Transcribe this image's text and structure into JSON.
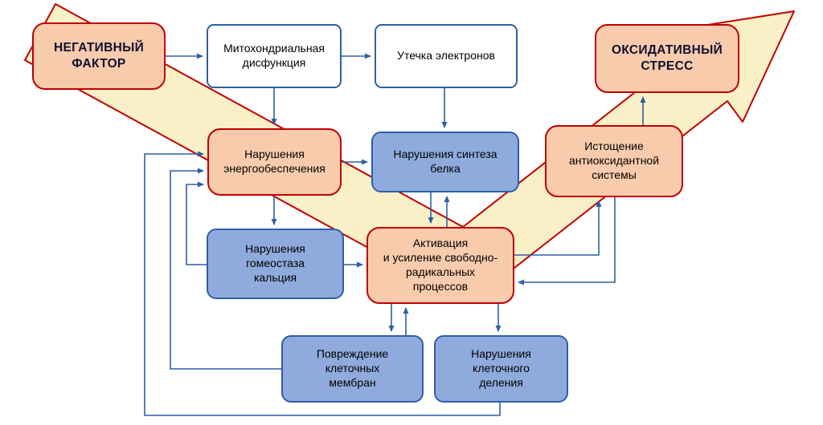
{
  "diagram": {
    "nodes": {
      "negative_factor": "НЕГАТИВНЫЙ\nФАКТОР",
      "mitochondrial_dysfunction": "Митохондриальная\nдисфункция",
      "electron_leakage": "Утечка электронов",
      "oxidative_stress": "ОКСИДАТИВНЫЙ\nСТРЕСС",
      "energy_supply_disruption": "Нарушения\nэнергообеспечения",
      "protein_synthesis_disruption": "Нарушения синтеза\nбелка",
      "antioxidant_depletion": "Истощение\nантиоксидантной\nсистемы",
      "calcium_homeostasis_disruption": "Нарушения\nгомеостаза\nкальция",
      "free_radical_activation": "Активация\nи усиление свободно-\nрадикальных\nпроцессов",
      "membrane_damage": "Повреждение\nклеточных\nмембран",
      "cell_division_disruption": "Нарушения\nклеточного\nделения"
    },
    "edges": [
      {
        "from": "negative_factor",
        "to": "mitochondrial_dysfunction"
      },
      {
        "from": "mitochondrial_dysfunction",
        "to": "electron_leakage"
      },
      {
        "from": "mitochondrial_dysfunction",
        "to": "energy_supply_disruption"
      },
      {
        "from": "electron_leakage",
        "to": "protein_synthesis_disruption"
      },
      {
        "from": "energy_supply_disruption",
        "to": "protein_synthesis_disruption"
      },
      {
        "from": "energy_supply_disruption",
        "to": "calcium_homeostasis_disruption"
      },
      {
        "from": "protein_synthesis_disruption",
        "to": "free_radical_activation",
        "bidirectional": true
      },
      {
        "from": "calcium_homeostasis_disruption",
        "to": "free_radical_activation"
      },
      {
        "from": "free_radical_activation",
        "to": "membrane_damage",
        "bidirectional": true
      },
      {
        "from": "free_radical_activation",
        "to": "cell_division_disruption"
      },
      {
        "from": "free_radical_activation",
        "to": "antioxidant_depletion",
        "bidirectional": true
      },
      {
        "from": "antioxidant_depletion",
        "to": "oxidative_stress"
      },
      {
        "from": "membrane_damage",
        "to": "energy_supply_disruption"
      },
      {
        "from": "cell_division_disruption",
        "to": "energy_supply_disruption"
      },
      {
        "from": "calcium_homeostasis_disruption",
        "to": "energy_supply_disruption"
      }
    ],
    "colors": {
      "salmon_fill": "#F8CBAD",
      "red_border": "#C00000",
      "blue_fill": "#8FAADC",
      "blue_border": "#2E5FA3",
      "band_fill": "#FAF0C8",
      "band_stroke": "#C00000",
      "connector": "#2E5FA3"
    }
  }
}
